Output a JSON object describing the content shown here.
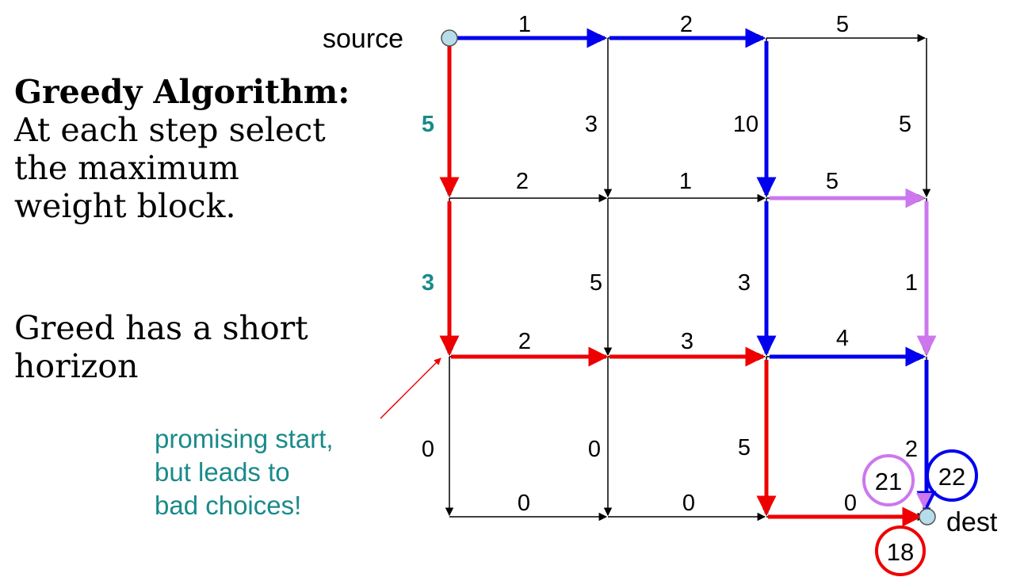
{
  "heading": "Greedy Algorithm:",
  "description_lines": [
    "At each step select",
    "the maximum",
    "weight block."
  ],
  "remark_lines": [
    "Greed has a short",
    "horizon"
  ],
  "annotation_lines": [
    "promising start,",
    "but leads to",
    "bad choices!"
  ],
  "node_labels": {
    "source": "source",
    "dest": "dest"
  },
  "grid": {
    "horizontal_weights": [
      [
        "1",
        "2",
        "5"
      ],
      [
        "2",
        "1",
        "5"
      ],
      [
        "2",
        "3",
        "4"
      ],
      [
        "0",
        "0",
        "0"
      ]
    ],
    "vertical_weights": [
      [
        "5",
        "3",
        "10",
        "5"
      ],
      [
        "3",
        "5",
        "3",
        "1"
      ],
      [
        "0",
        "0",
        "5",
        "2"
      ]
    ]
  },
  "path_totals": [
    {
      "value": "21",
      "color": "#cc77ee"
    },
    {
      "value": "22",
      "color": "#0000ee"
    },
    {
      "value": "18",
      "color": "#ee0000"
    }
  ],
  "colors": {
    "red_path": "#ee0000",
    "blue_path": "#0000ee",
    "purple_path": "#cc77ee",
    "teal_text": "#1a8a8a",
    "node_fill": "#b7dcea"
  }
}
